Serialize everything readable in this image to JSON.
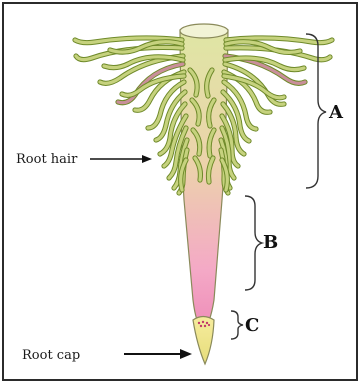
{
  "labels": {
    "root_hair": "Root hair",
    "root_cap": "Root cap",
    "a": "A",
    "b": "B",
    "c": "C"
  },
  "colors": {
    "hair_fill": "#c6d27e",
    "hair_outline": "#6f8a2a",
    "pink_hair": "#c98f9a",
    "body_top": "#dfe3a0",
    "body_mid": "#e9c6a8",
    "body_tip": "#f08ab4",
    "cap": "#f3f0a8"
  }
}
